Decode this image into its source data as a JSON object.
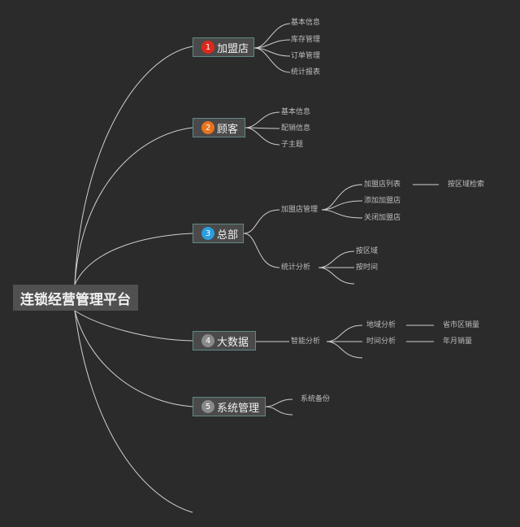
{
  "root": {
    "label": "连锁经营管理平台"
  },
  "colors": {
    "background": "#2b2b2b",
    "line": "#cfcfcf",
    "badge_red": "#e0271b",
    "badge_orange": "#e8731e",
    "badge_blue": "#2a9ee0",
    "badge_gray": "#8a8a8a"
  },
  "branches": [
    {
      "number": "1",
      "label": "加盟店",
      "badge_color": "#e0271b",
      "children": [
        "基本信息",
        "库存管理",
        "订单管理",
        "统计报表"
      ]
    },
    {
      "number": "2",
      "label": "顾客",
      "badge_color": "#e8731e",
      "children": [
        "基本信息",
        "配销信息",
        "子主题"
      ]
    },
    {
      "number": "3",
      "label": "总部",
      "badge_color": "#2a9ee0",
      "children": [
        {
          "label": "加盟店管理",
          "children": [
            {
              "label": "加盟店列表",
              "child": "按区域检索"
            },
            {
              "label": "添加加盟店"
            },
            {
              "label": "关闭加盟店"
            }
          ]
        },
        {
          "label": "统计分析",
          "children": [
            {
              "label": "按区域"
            },
            {
              "label": "按时间"
            }
          ]
        }
      ]
    },
    {
      "number": "4",
      "label": "大数据",
      "badge_color": "#8a8a8a",
      "children": [
        {
          "label": "智能分析",
          "children": [
            {
              "label": "地域分析",
              "child": "省市区销量"
            },
            {
              "label": "时间分析",
              "child": "年月销量"
            }
          ]
        }
      ]
    },
    {
      "number": "5",
      "label": "系统管理",
      "badge_color": "#8a8a8a",
      "children": [
        "系统备份"
      ]
    }
  ]
}
